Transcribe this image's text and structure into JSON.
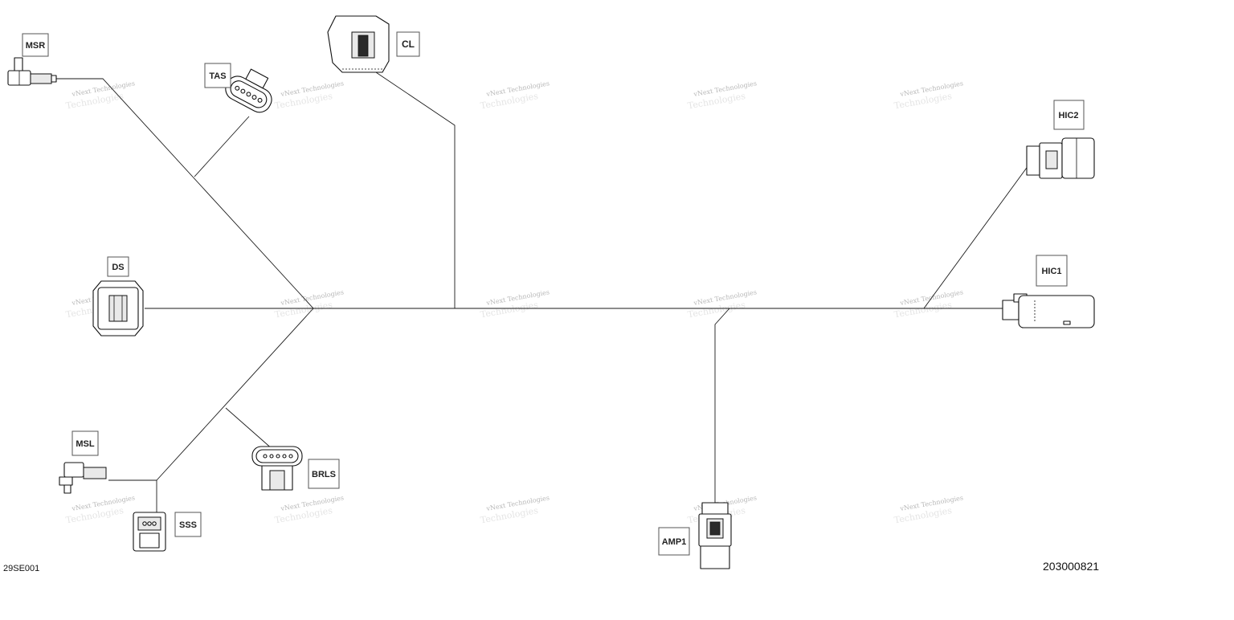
{
  "connectors": {
    "msr": "MSR",
    "tas": "TAS",
    "cl": "CL",
    "ds": "DS",
    "msl": "MSL",
    "sss": "SSS",
    "brls": "BRLS",
    "amp1": "AMP1",
    "hic1": "HIC1",
    "hic2": "HIC2"
  },
  "watermark": {
    "line1": "vNext Technologies",
    "line2": "Technologies"
  },
  "figure_code": "29SE001",
  "part_number": "203000821"
}
